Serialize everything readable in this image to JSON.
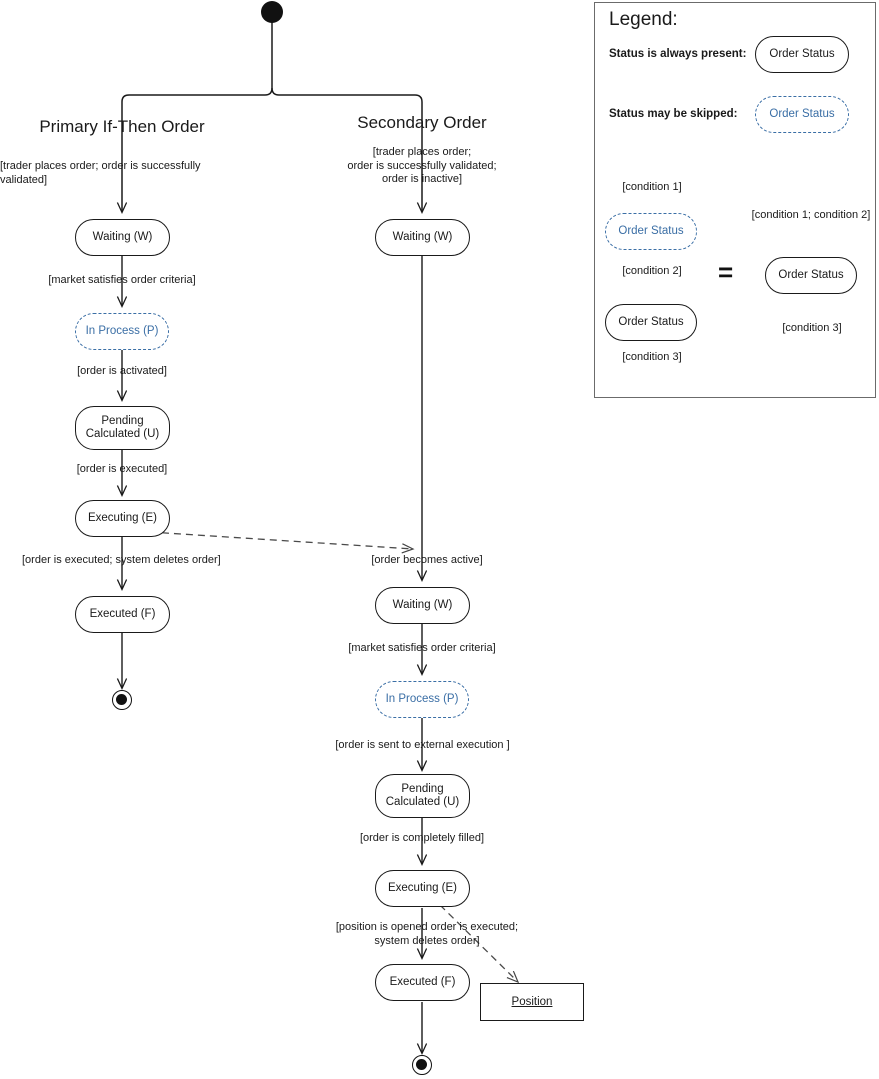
{
  "diagram": {
    "type": "uml-state-machine",
    "title": "Order Status Lifecycle",
    "colors": {
      "stroke": "#1a1a1a",
      "skipped": "#3a6ea5",
      "legend_border": "#6b6b6b",
      "background": "#ffffff"
    }
  },
  "branches": {
    "primary": {
      "title": "Primary If-Then Order",
      "states": [
        {
          "label": "Waiting (W)",
          "kind": "always"
        },
        {
          "label": "In Process (P)",
          "kind": "skippable"
        },
        {
          "label": "Pending\nCalculated (U)",
          "kind": "always"
        },
        {
          "label": "Executing (E)",
          "kind": "always"
        },
        {
          "label": "Executed (F)",
          "kind": "always"
        }
      ],
      "transitions": [
        "[trader places order; order is successfully validated]",
        "[market satisfies order criteria]",
        "[order is activated]",
        "[order is executed]",
        "[order is executed; system deletes order]"
      ]
    },
    "secondary": {
      "title": "Secondary Order",
      "states": [
        {
          "label": "Waiting (W)",
          "kind": "always"
        },
        {
          "label": "Waiting (W)",
          "kind": "always"
        },
        {
          "label": "In Process (P)",
          "kind": "skippable"
        },
        {
          "label": "Pending\nCalculated (U)",
          "kind": "always"
        },
        {
          "label": "Executing (E)",
          "kind": "always"
        },
        {
          "label": "Executed (F)",
          "kind": "always"
        }
      ],
      "transitions": [
        "[trader places order;\norder is successfully validated;\norder is inactive]",
        "[order  becomes active]",
        "[market satisfies order criteria]",
        "[order is sent to external execution ]",
        "[order is completely filled]",
        "[position is opened  order is executed;\nsystem deletes order]"
      ],
      "artifact": {
        "label": "Position",
        "kind": "object-node"
      }
    }
  },
  "cross_link": {
    "from": "Executing (E)",
    "to": "Waiting (W)",
    "style": "dashed",
    "label": "[order  becomes active]"
  },
  "legend": {
    "title": "Legend:",
    "rows": [
      {
        "caption": "Status is always present:",
        "sample": "Order Status",
        "kind": "always"
      },
      {
        "caption": "Status may be skipped:",
        "sample": "Order Status",
        "kind": "skippable"
      }
    ],
    "equivalence": {
      "operator": "=",
      "left": {
        "transitions": [
          "[condition 1]",
          "[condition 2]",
          "[condition 3]"
        ],
        "states": [
          {
            "label": "Order Status",
            "kind": "skippable"
          },
          {
            "label": "Order Status",
            "kind": "always"
          }
        ]
      },
      "right": {
        "transitions": [
          "[condition 1; condition 2]",
          "[condition 3]"
        ],
        "states": [
          {
            "label": "Order Status",
            "kind": "always"
          }
        ]
      }
    }
  }
}
